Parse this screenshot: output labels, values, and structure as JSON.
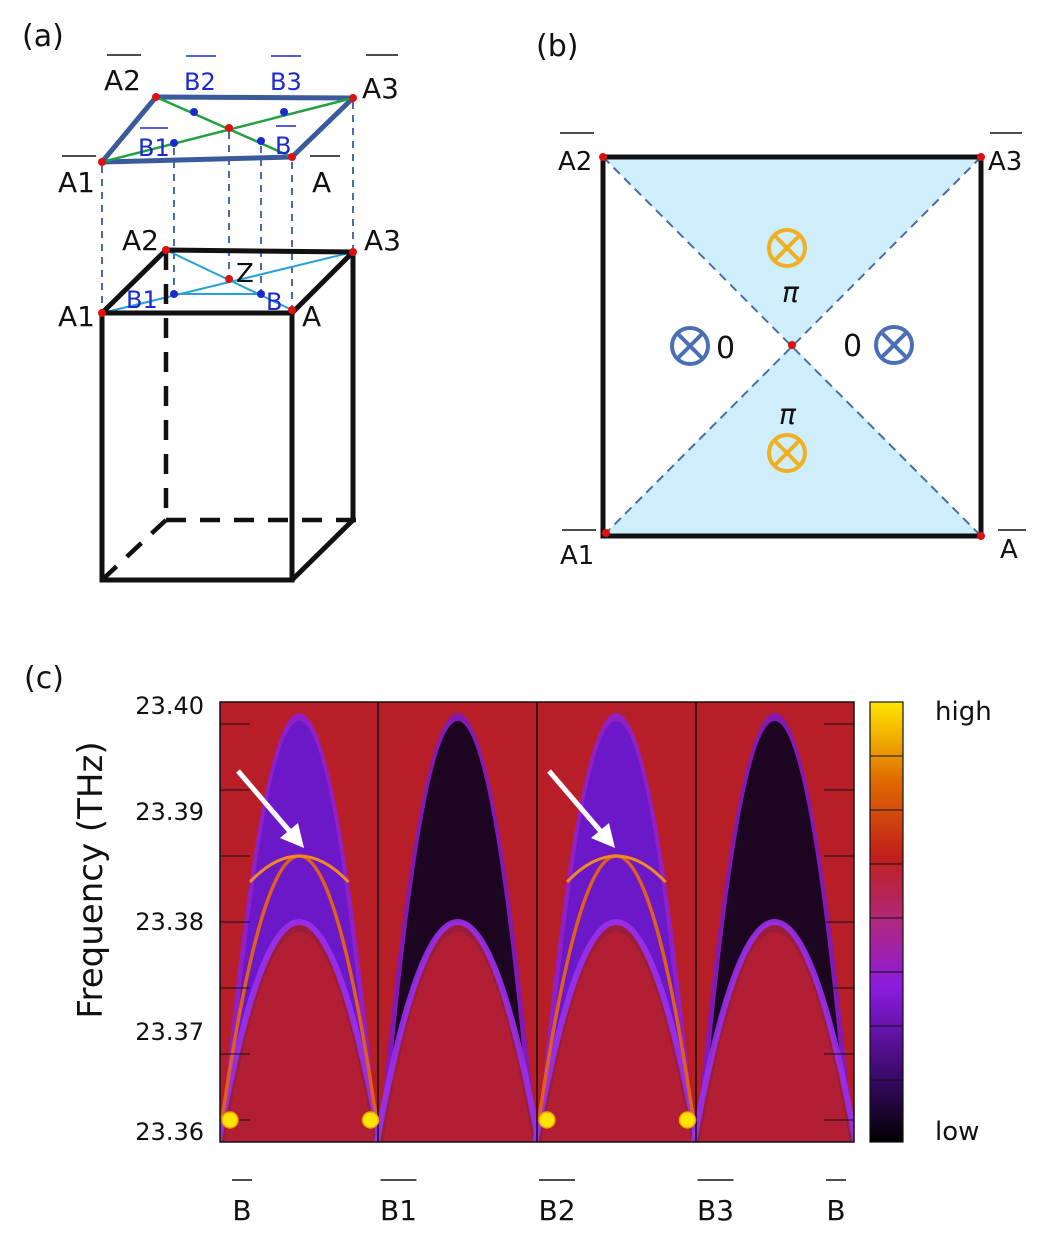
{
  "panel_a": {
    "tag": "(a)",
    "surface_labels": {
      "A2": "A2",
      "B2": "B2",
      "B3": "B3",
      "A3": "A3",
      "B1": "B1",
      "B": "B",
      "A1": "A1",
      "A": "A"
    },
    "bulk_labels": {
      "A2": "A2",
      "A3": "A3",
      "Z": "Z",
      "B1": "B1",
      "B": "B",
      "A1": "A1",
      "A": "A"
    },
    "colors": {
      "surface_edge": "#3a5a9c",
      "surface_diag": "#22a040",
      "bulk_diag": "#2aa0d8",
      "point_red": "#e01010",
      "point_blue": "#1a2ad0",
      "label_blue": "#1a2ad0"
    }
  },
  "panel_b": {
    "tag": "(b)",
    "corners": {
      "A2": "A2",
      "A3": "A3",
      "A1": "A1",
      "A": "A"
    },
    "sector_labels": {
      "left": "0",
      "right": "0",
      "top": "π",
      "bottom": "π"
    },
    "colors": {
      "fill": "#cdeefa",
      "yellow_symbol": "#f0b020",
      "blue_symbol": "#4a6fb5",
      "dash": "#4a6fa0"
    }
  },
  "panel_c": {
    "tag": "(c)",
    "ylabel": "Frequency (THz)",
    "yticks": [
      "23.40",
      "23.39",
      "23.38",
      "23.37",
      "23.36"
    ],
    "xticks": [
      "B",
      "B1",
      "B2",
      "B3",
      "B"
    ],
    "colorbar": {
      "high": "high",
      "low": "low"
    }
  },
  "chart_data": {
    "type": "heatmap",
    "title": "",
    "xlabel": "",
    "ylabel": "Frequency (THz)",
    "ylim": [
      23.36,
      23.4
    ],
    "x": [
      "B",
      "B1",
      "B2",
      "B3",
      "B"
    ],
    "segments": [
      {
        "path": "B-B1",
        "bulk_top": 23.399,
        "bulk_bottom_at_center": 23.38,
        "surface_arc_peak": 23.386,
        "surface_state": true
      },
      {
        "path": "B1-B2",
        "bulk_top": 23.399,
        "bulk_bottom_at_center": 23.38,
        "surface_state": false
      },
      {
        "path": "B2-B3",
        "bulk_top": 23.399,
        "bulk_bottom_at_center": 23.38,
        "surface_arc_peak": 23.386,
        "surface_state": true
      },
      {
        "path": "B3-B",
        "bulk_top": 23.399,
        "bulk_bottom_at_center": 23.38,
        "surface_state": false
      }
    ],
    "degeneracy_points_y": 23.362,
    "colorscale": [
      "#000000",
      "#3a0a6a",
      "#8a1ae0",
      "#b02880",
      "#c0201a",
      "#e06a00",
      "#ffe600"
    ]
  }
}
